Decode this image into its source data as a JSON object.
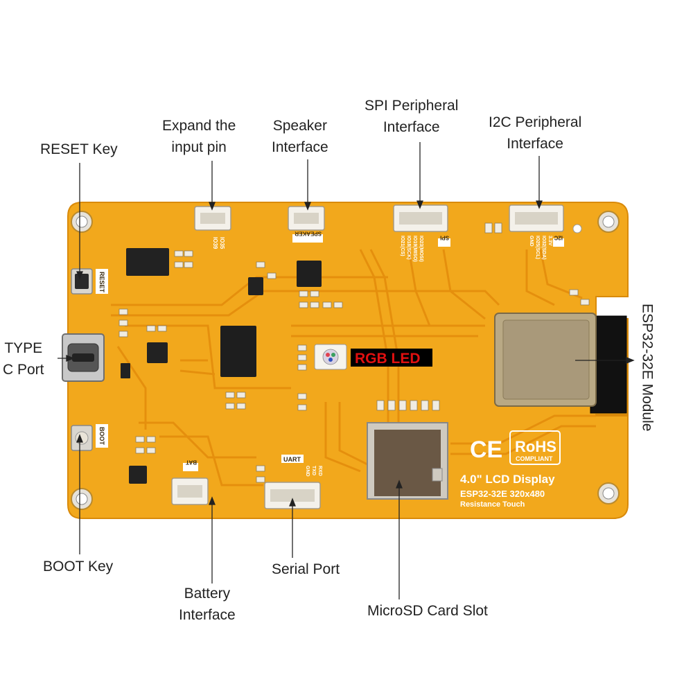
{
  "callouts": {
    "reset_key": "RESET Key",
    "expand_input_pin": [
      "Expand the",
      "input pin"
    ],
    "speaker_interface": [
      "Speaker",
      "Interface"
    ],
    "spi_interface": [
      "SPI Peripheral",
      "Interface"
    ],
    "i2c_interface": [
      "I2C Peripheral",
      "Interface"
    ],
    "type_c_port": [
      "TYPE",
      "C Port"
    ],
    "esp32_module": "ESP32-32E Module",
    "boot_key": "BOOT Key",
    "battery_interface": [
      "Battery",
      "Interface"
    ],
    "serial_port": "Serial Port",
    "microsd_slot": "MicroSD Card Slot"
  },
  "board_labels": {
    "reset": "RESET",
    "boot": "BOOT",
    "speaker": "SPEAKER",
    "spi": "SPI",
    "i2c": "I2C",
    "uart": "UART",
    "bat": "BAT",
    "io_pins": [
      "IO35",
      "IO39"
    ],
    "spi_pins": [
      "IO23(MOSI)",
      "IO19(MISO)",
      "IO18(SCK)",
      "IO21(CS)"
    ],
    "i2c_pins": [
      "3.3V",
      "IO32(SDA)",
      "IO25(SCL)",
      "GND"
    ],
    "uart_pins": [
      "RXD",
      "TXD",
      "GND"
    ],
    "rgb_led": "RGB LED",
    "ce_mark": "CE",
    "rohs": "RoHS",
    "rohs_sub": "COMPLIANT",
    "display_title": "4.0\" LCD Display",
    "display_model": "ESP32-32E  320x480",
    "display_touch": "Resistance Touch"
  },
  "colors": {
    "pcb": "#f2a81c",
    "trace": "#e8920e",
    "silkscreen": "#ffffff",
    "rgb_led_text": "#e01010"
  }
}
